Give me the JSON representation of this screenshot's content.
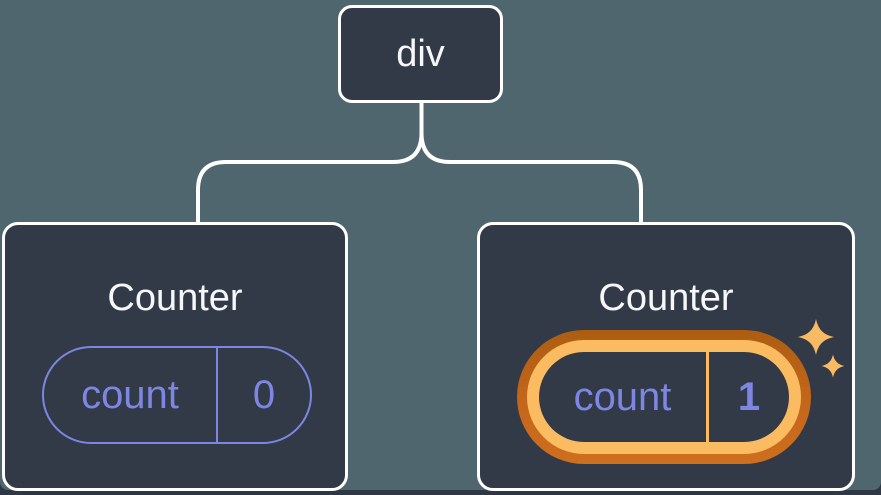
{
  "diagram": {
    "root": {
      "label": "div"
    },
    "counters": [
      {
        "title": "Counter",
        "state_key": "count",
        "state_value": "0",
        "highlighted": false
      },
      {
        "title": "Counter",
        "state_key": "count",
        "state_value": "1",
        "highlighted": true
      }
    ]
  },
  "icons": {
    "sparkles": "sparkles-icon"
  },
  "colors": {
    "canvas_background": "#50666E",
    "page_bottom": "#303744",
    "node_fill": "#333A47",
    "node_border": "#FFFFFF",
    "connector": "#FFFFFF",
    "title_text": "#F6F7F9",
    "state_accent": "#7E86E3",
    "highlight_ring_outer": "#C4661B",
    "highlight_ring_inner": "#FABB61",
    "sparkle": "#F8BB64"
  }
}
